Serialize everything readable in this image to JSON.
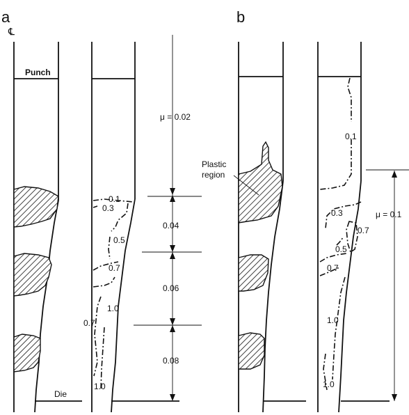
{
  "panels": {
    "a": {
      "letter": "a",
      "centerline_symbol": "℄",
      "punch_label": "Punch",
      "die_label": "Die",
      "mu_label": "μ = 0.02",
      "segment_labels": [
        "0.04",
        "0.06",
        "0.08"
      ],
      "contour_labels": [
        "0.1",
        "0.3",
        "0.5",
        "0.7",
        "1.0",
        "0.7",
        "1.0"
      ]
    },
    "b": {
      "letter": "b",
      "plastic_label_line1": "Plastic",
      "plastic_label_line2": "region",
      "mu_label": "μ = 0.1",
      "contour_labels": [
        "0.1",
        "0.3",
        "0.7",
        "0.5",
        "0.7",
        "1.0",
        "1.0"
      ]
    }
  }
}
